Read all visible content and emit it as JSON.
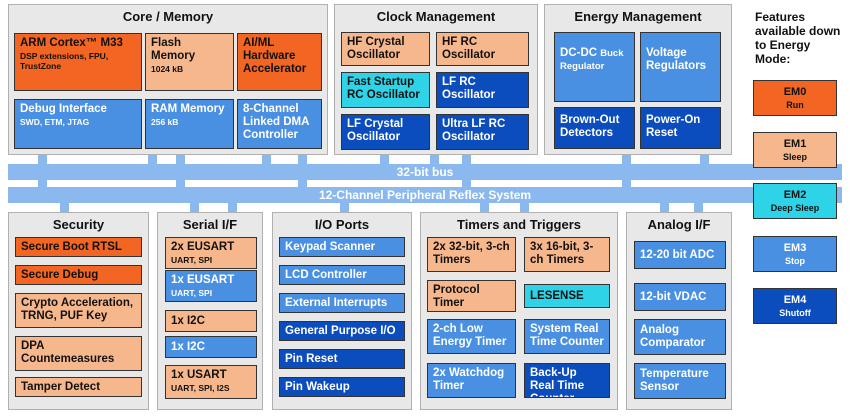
{
  "colors": {
    "em0": "#f26522",
    "em1": "#f7b78c",
    "em2": "#2ed3e8",
    "em3": "#4a90e2",
    "em4": "#0c4dbd",
    "bus": "#8bb8ee",
    "group_bg": "#e8e8e8"
  },
  "core": {
    "title": "Core / Memory",
    "arm": {
      "label": "ARM Cortex™ M33",
      "sub": "DSP extensions, FPU, TrustZone"
    },
    "flash": {
      "label": "Flash Memory",
      "sub": "1024 kB"
    },
    "aiml": {
      "label": "AI/ML Hardware Accelerator"
    },
    "debug": {
      "label": "Debug Interface",
      "sub": "SWD, ETM, JTAG"
    },
    "ram": {
      "label": "RAM Memory",
      "sub": "256 kB"
    },
    "dma": {
      "label": "8-Channel Linked DMA Controller"
    }
  },
  "clock": {
    "title": "Clock Management",
    "hf_crystal": "HF Crystal Oscillator",
    "hf_rc": "HF RC Oscillator",
    "fast_rc": "Fast Startup RC Oscillator",
    "lf_rc": "LF RC Oscillator",
    "lf_crystal": "LF Crystal Oscillator",
    "ulf_rc": "Ultra LF RC Oscillator"
  },
  "energy": {
    "title": "Energy Management",
    "dcdc": {
      "label": "DC-DC",
      "sub": "Buck Regulator"
    },
    "voltage": "Voltage Regulators",
    "brownout": "Brown-Out Detectors",
    "poweron": "Power-On Reset"
  },
  "bus": {
    "bus32": "32-bit bus",
    "prs": "12-Channel Peripheral Reflex System"
  },
  "security": {
    "title": "Security",
    "items": [
      "Secure Boot RTSL",
      "Secure Debug",
      "Crypto Acceleration, TRNG, PUF Key",
      "DPA Countemeasures",
      "Tamper Detect"
    ]
  },
  "serial": {
    "title": "Serial I/F",
    "eusart2": {
      "label": "2x EUSART",
      "sub": "UART, SPI"
    },
    "eusart1": {
      "label": "1x EUSART",
      "sub": "UART, SPI"
    },
    "i2c_a": "1x I2C",
    "i2c_b": "1x I2C",
    "usart": {
      "label": "1x USART",
      "sub": "UART, SPI, I2S"
    }
  },
  "io": {
    "title": "I/O Ports",
    "items": [
      "Keypad Scanner",
      "LCD Controller",
      "External Interrupts",
      "General Purpose I/O",
      "Pin Reset",
      "Pin Wakeup"
    ]
  },
  "timers": {
    "title": "Timers and Triggers",
    "t32": "2x 32-bit, 3-ch Timers",
    "t16": "3x 16-bit, 3-ch Timers",
    "protocol": "Protocol Timer",
    "lesense": "LESENSE",
    "lowenergy": "2-ch Low Energy Timer",
    "rtc": "System Real Time Counter",
    "watchdog": "2x Watchdog Timer",
    "backup": "Back-Up Real Time Counter"
  },
  "analog": {
    "title": "Analog I/F",
    "items": [
      "12-20 bit ADC",
      "12-bit VDAC",
      "Analog Comparator",
      "Temperature Sensor"
    ]
  },
  "legend": {
    "title": "Features available down to Energy Mode:",
    "items": [
      {
        "label": "EM0",
        "sub": "Run"
      },
      {
        "label": "EM1",
        "sub": "Sleep"
      },
      {
        "label": "EM2",
        "sub": "Deep Sleep"
      },
      {
        "label": "EM3",
        "sub": "Stop"
      },
      {
        "label": "EM4",
        "sub": "Shutoff"
      }
    ]
  }
}
